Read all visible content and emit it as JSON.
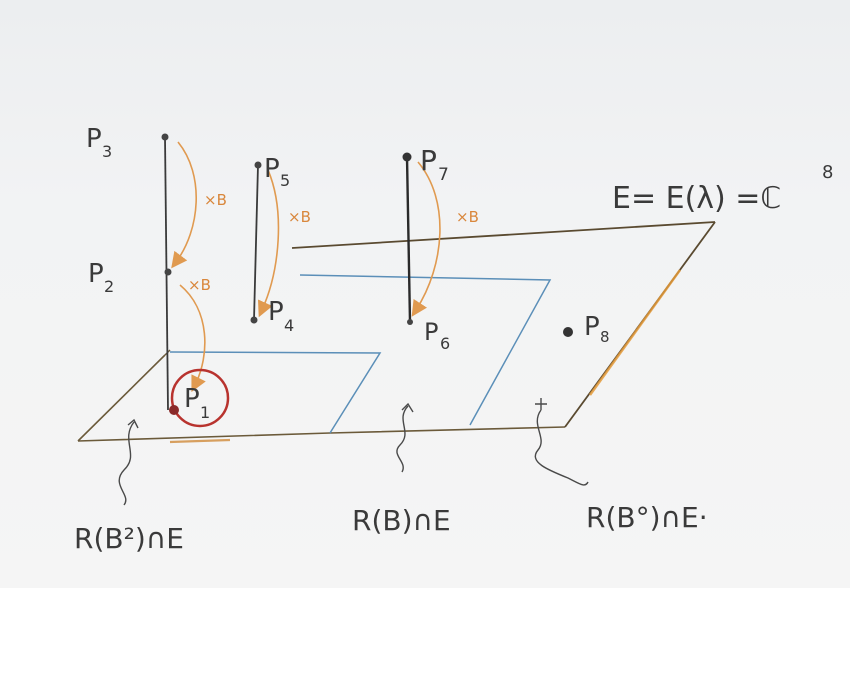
{
  "diagram": {
    "space_label": "E= E(λ) =ℂ",
    "space_exponent": "8",
    "points": {
      "p1": "P",
      "p1_sub": "1",
      "p2": "P",
      "p2_sub": "2",
      "p3": "P",
      "p3_sub": "3",
      "p4": "P",
      "p4_sub": "4",
      "p5": "P",
      "p5_sub": "5",
      "p6": "P",
      "p6_sub": "6",
      "p7": "P",
      "p7_sub": "7",
      "p8": "P",
      "p8_sub": "8"
    },
    "arrow_label": "×B",
    "region_labels": {
      "b2": "R(B²)∩E",
      "b": "R(B)∩E",
      "b0": "R(B°)∩E·"
    },
    "colors": {
      "ink": "#3a3a3a",
      "orange": "#d9873c",
      "blue": "#5b8fb8",
      "circle": "#b8332e",
      "red_dot": "#8a2a2a"
    }
  }
}
